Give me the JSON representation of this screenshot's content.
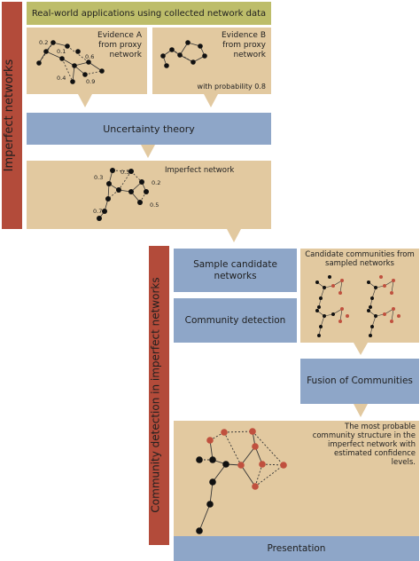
{
  "sidebar_left": {
    "label": "Imperfect networks"
  },
  "sidebar_right": {
    "label": "Community detection in imperfect networks"
  },
  "top_banner": {
    "label": "Real-world applications using collected network data"
  },
  "evidence_a": {
    "label": "Evidence A from proxy network",
    "edge_labels": [
      "0.2",
      "0.1",
      "0.6",
      "0.4",
      "0.9"
    ]
  },
  "evidence_b": {
    "label": "Evidence B from proxy network",
    "probability": "with probability 0.8"
  },
  "uncertainty": {
    "label": "Uncertainty theory"
  },
  "imperfect": {
    "label": "Imperfect network",
    "edge_labels": [
      "0.3",
      "0.3",
      "0.2",
      "0.7",
      "0.5"
    ]
  },
  "sample": {
    "label": "Sample candidate networks"
  },
  "candidates": {
    "label": "Candidate communities from sampled networks"
  },
  "community_detection": {
    "label": "Community detection"
  },
  "fusion": {
    "label": "Fusion of Communities"
  },
  "probable": {
    "label": "The most probable community structure in the imperfect network with estimated confidence levels."
  },
  "presentation": {
    "label": "Presentation"
  },
  "colors": {
    "tan": "#e2c9a0",
    "blue": "#8ea6c8",
    "olive": "#bdbd6a",
    "red_bar": "#b34b3a",
    "node_red": "#c0503e"
  }
}
